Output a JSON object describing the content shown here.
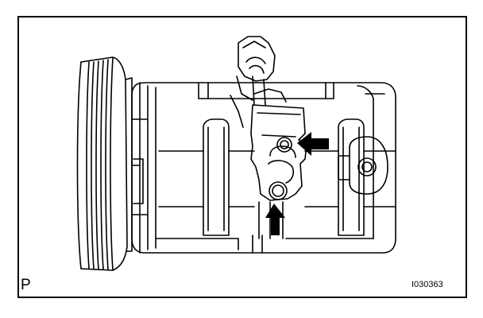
{
  "figure": {
    "corner_label": "P",
    "figure_code": "I030363"
  },
  "colors": {
    "line": "#000000",
    "background": "#ffffff",
    "arrow": "#000000"
  },
  "icons": [
    "pulley",
    "compressor-body",
    "connector",
    "bolt",
    "arrow"
  ]
}
